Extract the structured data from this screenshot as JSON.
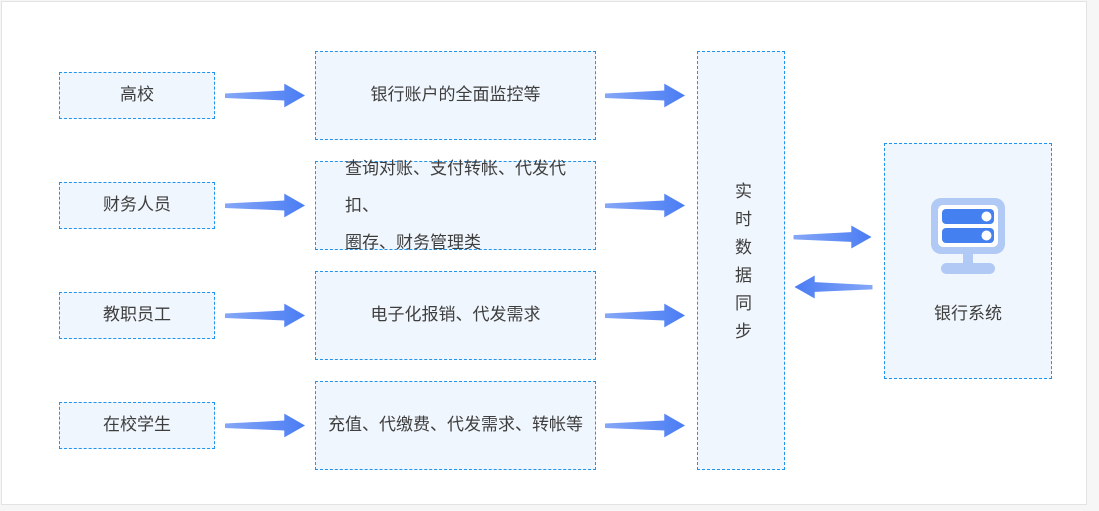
{
  "diagram": {
    "actors": [
      "高校",
      "财务人员",
      "教职员工",
      "在校学生"
    ],
    "services": [
      {
        "lines": [
          "银行账户的全面监控等"
        ]
      },
      {
        "lines": [
          "查询对账、支付转帐、代发代扣、",
          "圈存、财务管理类"
        ]
      },
      {
        "lines": [
          "电子化报销、代发需求"
        ]
      },
      {
        "lines": [
          "充值、代缴费、代发需求、转帐等"
        ]
      }
    ],
    "sync_label": "实时数据同步",
    "bank_label": "银行系统",
    "icons": {
      "flow_arrows": "right-arrow-icon",
      "sync_to_bank": "right-arrow-icon",
      "bank_to_sync": "left-arrow-icon",
      "bank": "server-icon"
    },
    "colors": {
      "dashed_border": "#2093ef",
      "node_fill": "#f0f6fd",
      "arrow_dark": "#4a7cf3",
      "arrow_light": "#85a7f7",
      "text": "#3e3e3e",
      "server_icon_light": "#b1caf5",
      "server_icon_dark": "#4480ef"
    }
  }
}
